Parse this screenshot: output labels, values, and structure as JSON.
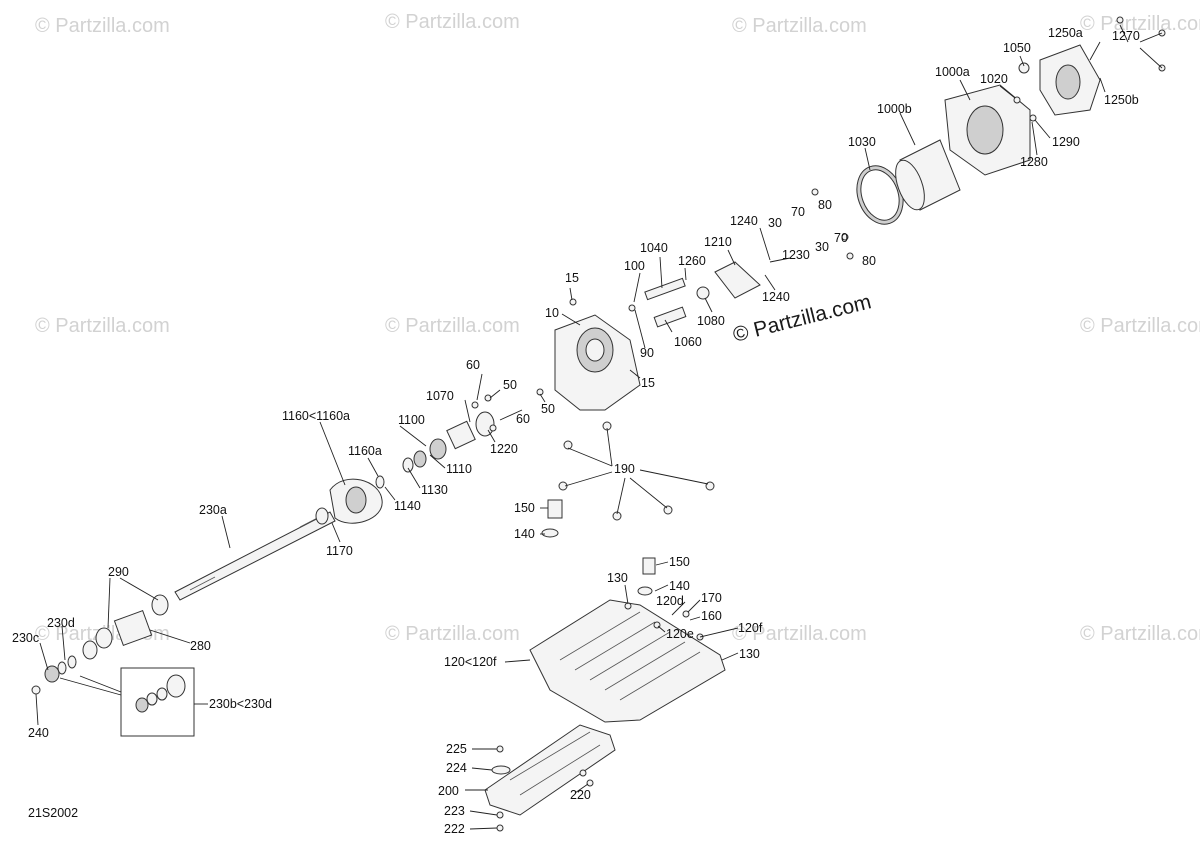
{
  "watermark": {
    "small_text": "© Partzilla.com",
    "main_text": "© Partzilla.com"
  },
  "diagram_code": "21S2002",
  "labels": [
    {
      "id": "1250a",
      "text": "1250a"
    },
    {
      "id": "1270",
      "text": "1270"
    },
    {
      "id": "1050",
      "text": "1050"
    },
    {
      "id": "1000a",
      "text": "1000a"
    },
    {
      "id": "1020",
      "text": "1020"
    },
    {
      "id": "1250b",
      "text": "1250b"
    },
    {
      "id": "1000b",
      "text": "1000b"
    },
    {
      "id": "1290",
      "text": "1290"
    },
    {
      "id": "1280",
      "text": "1280"
    },
    {
      "id": "1030",
      "text": "1030"
    },
    {
      "id": "80a",
      "text": "80"
    },
    {
      "id": "70a",
      "text": "70"
    },
    {
      "id": "30a",
      "text": "30"
    },
    {
      "id": "1240a",
      "text": "1240"
    },
    {
      "id": "1210",
      "text": "1210"
    },
    {
      "id": "1230",
      "text": "1230"
    },
    {
      "id": "30b",
      "text": "30"
    },
    {
      "id": "70b",
      "text": "70"
    },
    {
      "id": "80b",
      "text": "80"
    },
    {
      "id": "1040",
      "text": "1040"
    },
    {
      "id": "1260",
      "text": "1260"
    },
    {
      "id": "100",
      "text": "100"
    },
    {
      "id": "1240b",
      "text": "1240"
    },
    {
      "id": "15a",
      "text": "15"
    },
    {
      "id": "1080",
      "text": "1080"
    },
    {
      "id": "10",
      "text": "10"
    },
    {
      "id": "90",
      "text": "90"
    },
    {
      "id": "1060",
      "text": "1060"
    },
    {
      "id": "15b",
      "text": "15"
    },
    {
      "id": "60a",
      "text": "60"
    },
    {
      "id": "50a",
      "text": "50"
    },
    {
      "id": "1070",
      "text": "1070"
    },
    {
      "id": "50b",
      "text": "50"
    },
    {
      "id": "60b",
      "text": "60"
    },
    {
      "id": "1100",
      "text": "1100"
    },
    {
      "id": "1220",
      "text": "1220"
    },
    {
      "id": "1160<1160a",
      "text": "1160<1160a"
    },
    {
      "id": "1160a",
      "text": "1160a"
    },
    {
      "id": "1110",
      "text": "1110"
    },
    {
      "id": "1130",
      "text": "1130"
    },
    {
      "id": "1140",
      "text": "1140"
    },
    {
      "id": "190",
      "text": "190"
    },
    {
      "id": "230a",
      "text": "230a"
    },
    {
      "id": "150a",
      "text": "150"
    },
    {
      "id": "1170",
      "text": "1170"
    },
    {
      "id": "140a",
      "text": "140"
    },
    {
      "id": "150b",
      "text": "150"
    },
    {
      "id": "290",
      "text": "290"
    },
    {
      "id": "130a",
      "text": "130"
    },
    {
      "id": "140b",
      "text": "140"
    },
    {
      "id": "170",
      "text": "170"
    },
    {
      "id": "120d",
      "text": "120d"
    },
    {
      "id": "160",
      "text": "160"
    },
    {
      "id": "230d",
      "text": "230d"
    },
    {
      "id": "120e",
      "text": "120e"
    },
    {
      "id": "120f",
      "text": "120f"
    },
    {
      "id": "230c",
      "text": "230c"
    },
    {
      "id": "280",
      "text": "280"
    },
    {
      "id": "130b",
      "text": "130"
    },
    {
      "id": "120<120f",
      "text": "120<120f"
    },
    {
      "id": "230b<230d",
      "text": "230b<230d"
    },
    {
      "id": "240",
      "text": "240"
    },
    {
      "id": "225",
      "text": "225"
    },
    {
      "id": "224",
      "text": "224"
    },
    {
      "id": "200",
      "text": "200"
    },
    {
      "id": "220",
      "text": "220"
    },
    {
      "id": "223",
      "text": "223"
    },
    {
      "id": "222",
      "text": "222"
    }
  ]
}
